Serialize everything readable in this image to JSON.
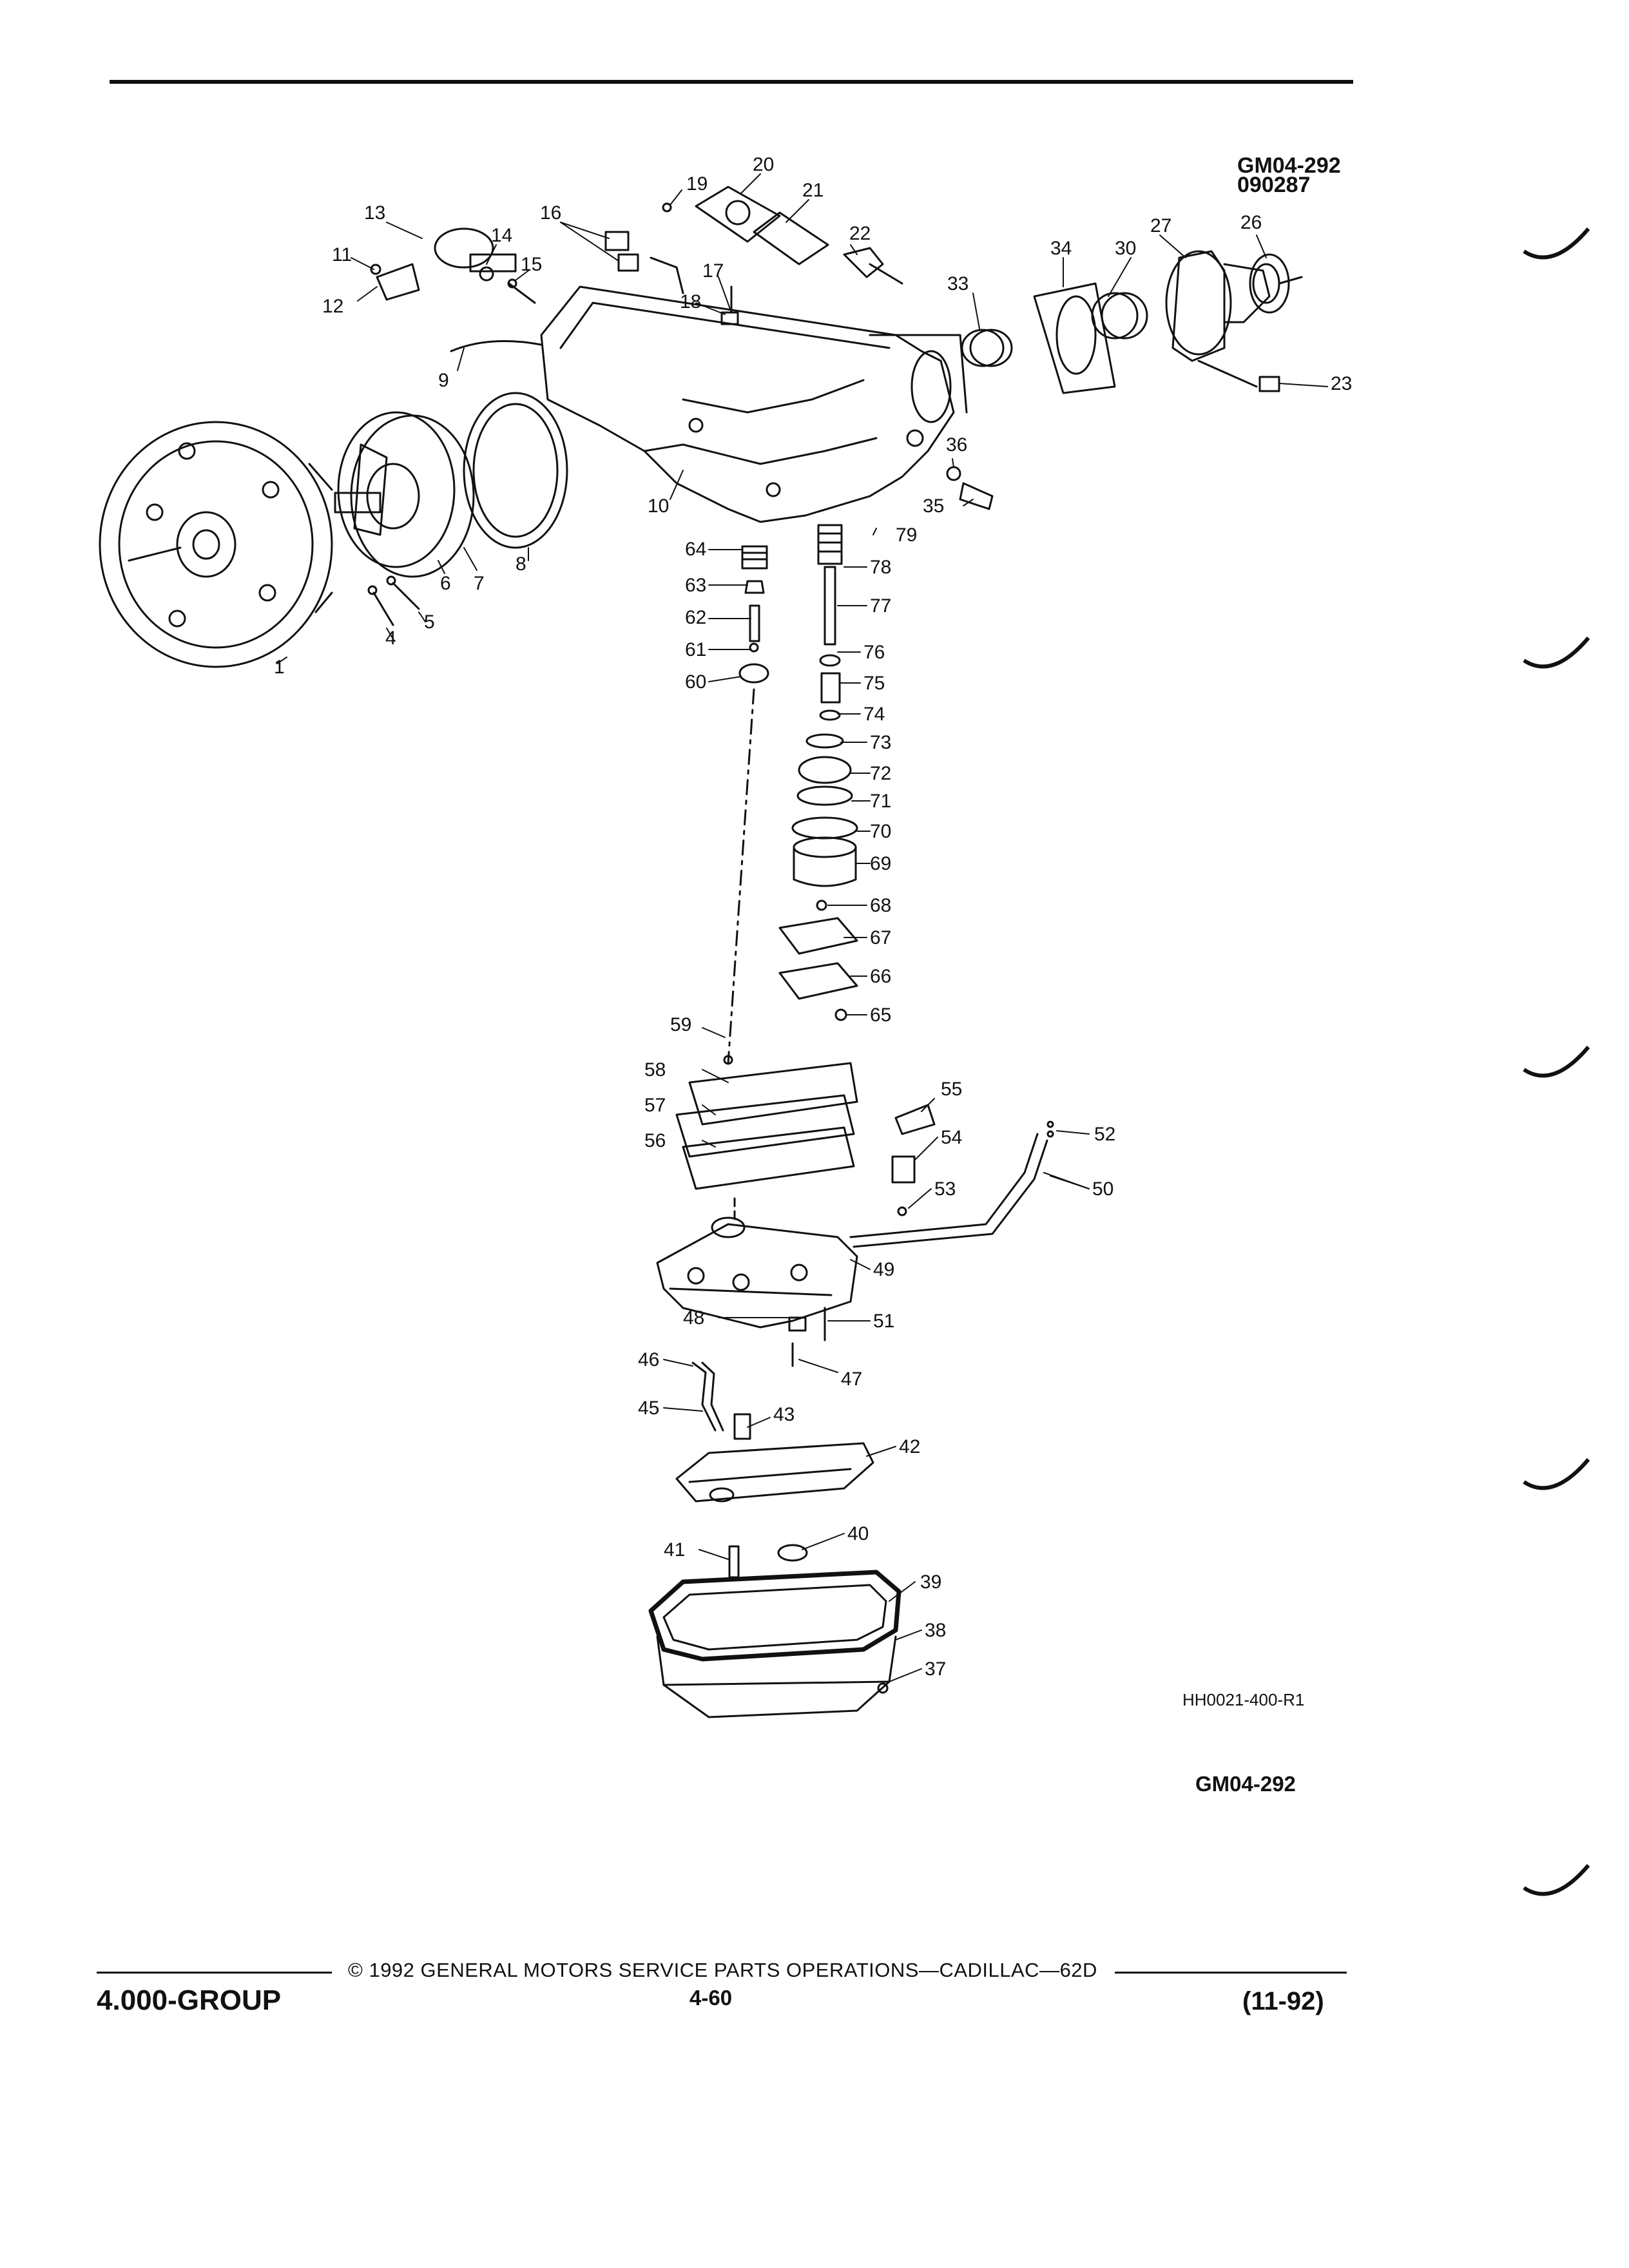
{
  "header": {
    "code": "GM04-292",
    "date_code": "090287"
  },
  "figure": {
    "reference": "HH0021-400-R1",
    "code": "GM04-292",
    "callouts": [
      "1",
      "4",
      "5",
      "6",
      "7",
      "8",
      "9",
      "10",
      "11",
      "12",
      "13",
      "14",
      "15",
      "16",
      "17",
      "18",
      "19",
      "20",
      "21",
      "22",
      "23",
      "26",
      "27",
      "30",
      "33",
      "34",
      "35",
      "36",
      "37",
      "38",
      "39",
      "40",
      "41",
      "42",
      "43",
      "45",
      "46",
      "47",
      "48",
      "49",
      "50",
      "51",
      "52",
      "53",
      "54",
      "55",
      "56",
      "57",
      "58",
      "59",
      "60",
      "61",
      "62",
      "63",
      "64",
      "65",
      "66",
      "67",
      "68",
      "69",
      "70",
      "71",
      "72",
      "73",
      "74",
      "75",
      "76",
      "77",
      "78",
      "79"
    ]
  },
  "footer": {
    "group": "4.000-GROUP",
    "copyright": "© 1992 GENERAL MOTORS SERVICE PARTS OPERATIONS—CADILLAC—62D",
    "page": "4-60",
    "date": "(11-92)"
  }
}
